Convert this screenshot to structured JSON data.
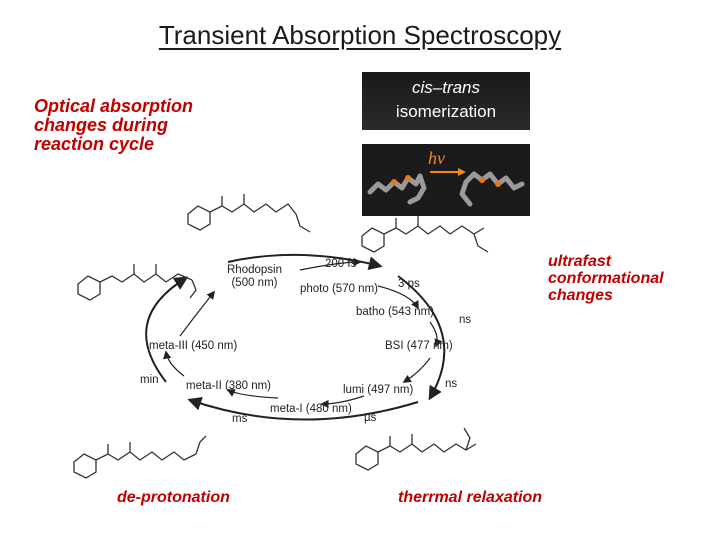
{
  "title": "Transient Absorption Spectroscopy",
  "side_labels": {
    "optical": [
      "Optical absorption",
      "changes during",
      "reaction cycle"
    ],
    "ultrafast": [
      "ultrafast",
      "conformational",
      "changes"
    ],
    "deprotonation": "de-protonation",
    "thermal": "therrmal relaxation"
  },
  "isomerization_panel": {
    "line1": "cis–trans",
    "line2": "isomerization",
    "photon": "hν"
  },
  "cycle": {
    "rhodopsin": [
      "Rhodopsin",
      "(500 nm)"
    ],
    "t_200fs": "200 fs",
    "photo": "photo (570 nm)",
    "t_3ps": "3 ps",
    "batho": "batho (543 nm)",
    "ns1": "ns",
    "bsi": "BSI (477 nm)",
    "ns2": "ns",
    "lumi": "lumi (497 nm)",
    "mus": "µs",
    "meta1": "meta-I (480 nm)",
    "ms": "ms",
    "meta2": "meta-II (380 nm)",
    "min": "min",
    "meta3": "meta-III (450 nm)"
  },
  "colors": {
    "title": "#1a1a1a",
    "red_labels": "#c00000",
    "panel_bg": "#1b1b1b",
    "photon": "#f08a1c"
  }
}
